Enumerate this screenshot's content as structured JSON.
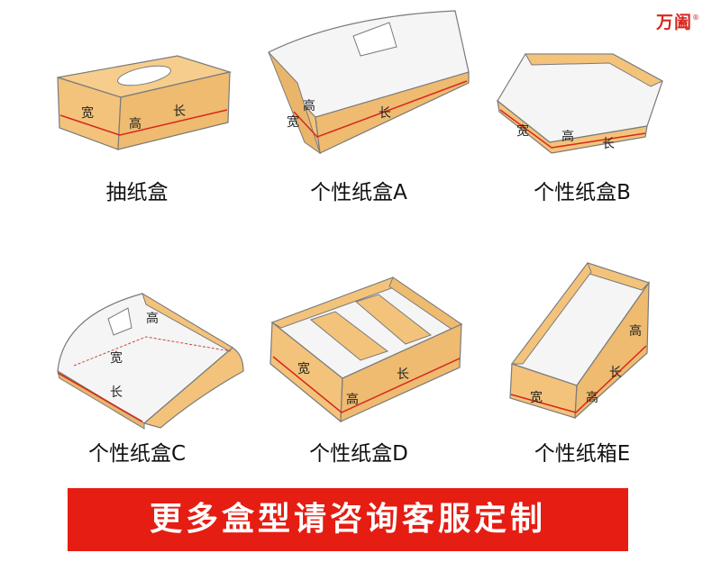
{
  "brand": {
    "name": "万阖",
    "mark": "®"
  },
  "dimension_labels": {
    "width": "宽",
    "height": "高",
    "length": "长"
  },
  "boxes": [
    {
      "caption": "抽纸盒"
    },
    {
      "caption": "个性纸盒A"
    },
    {
      "caption": "个性纸盒B"
    },
    {
      "caption": "个性纸盒C"
    },
    {
      "caption": "个性纸盒D"
    },
    {
      "caption": "个性纸箱E"
    }
  ],
  "banner": {
    "text": "更多盒型请咨询客服定制"
  },
  "colors": {
    "kraft": "#f3c37b",
    "kraft_dark": "#e5a95a",
    "outline": "#7a7a7a",
    "dim_line": "#d9261c",
    "banner": "#e51d13"
  }
}
